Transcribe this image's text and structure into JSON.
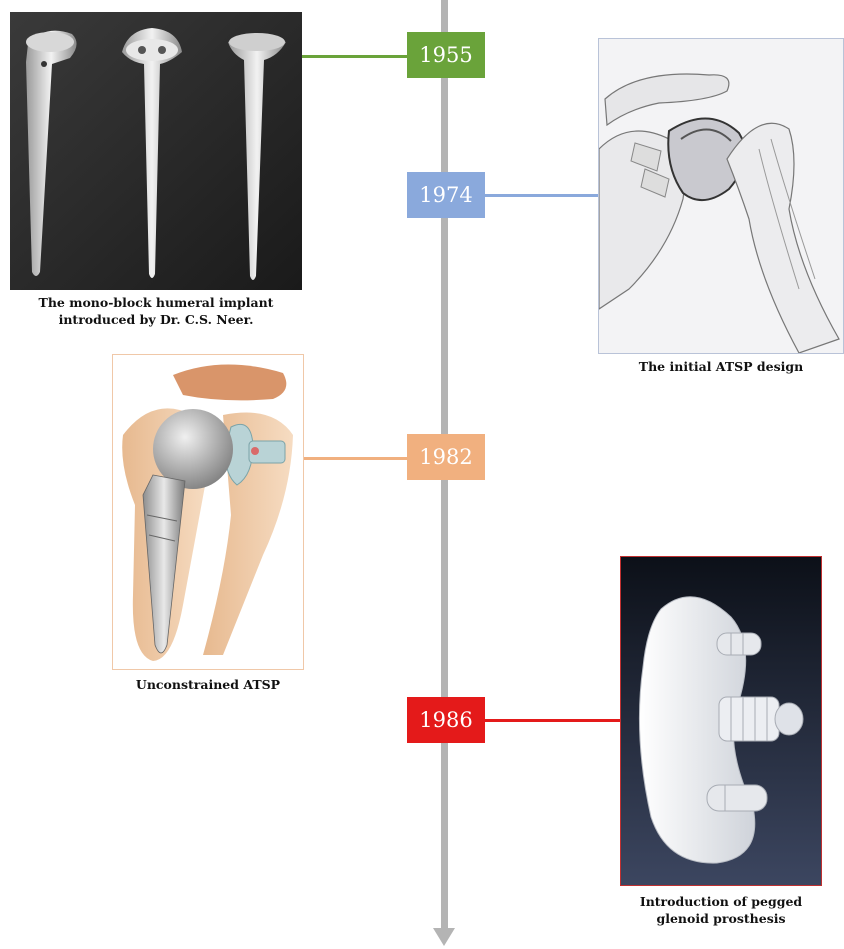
{
  "events": [
    {
      "year": "1955",
      "color": "#6aa33a",
      "caption_lines": [
        "The mono-block humeral implant",
        "introduced by Dr. C.S. Neer."
      ]
    },
    {
      "year": "1974",
      "color": "#8aa9dc",
      "caption_lines": [
        "The initial ATSP design"
      ]
    },
    {
      "year": "1982",
      "color": "#f1b07f",
      "caption_lines": [
        "Unconstrained ATSP"
      ]
    },
    {
      "year": "1986",
      "color": "#e41a1a",
      "caption_lines": [
        "Introduction of pegged",
        "glenoid prosthesis"
      ]
    }
  ],
  "axis_color": "#b4b4b4"
}
